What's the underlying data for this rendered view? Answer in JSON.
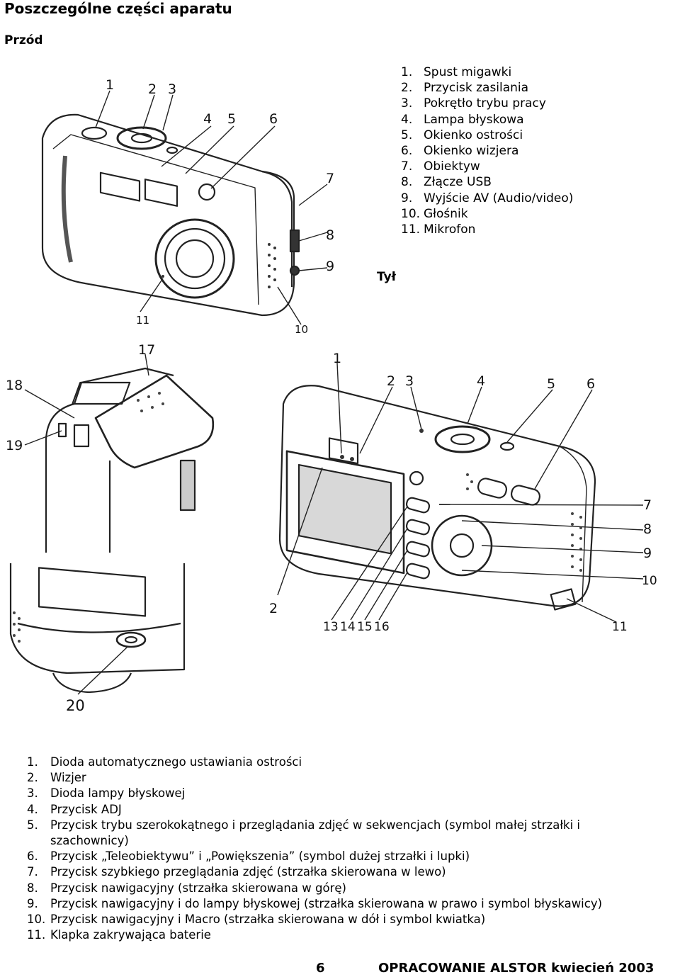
{
  "page": {
    "title": "Poszczególne części aparatu",
    "front_heading": "Przód",
    "back_heading": "Tył",
    "page_number": "6",
    "footer": "OPRACOWANIE ALSTOR kwiecień 2003"
  },
  "front_parts": [
    {
      "n": "1.",
      "label": "Spust migawki"
    },
    {
      "n": "2.",
      "label": "Przycisk zasilania"
    },
    {
      "n": "3.",
      "label": "Pokrętło trybu pracy"
    },
    {
      "n": "4.",
      "label": "Lampa błyskowa"
    },
    {
      "n": "5.",
      "label": "Okienko ostrości"
    },
    {
      "n": "6.",
      "label": "Okienko wizjera"
    },
    {
      "n": "7.",
      "label": "Obiektyw"
    },
    {
      "n": "8.",
      "label": "Złącze USB"
    },
    {
      "n": "9.",
      "label": "Wyjście AV (Audio/video)"
    },
    {
      "n": "10.",
      "label": "Głośnik"
    },
    {
      "n": "11.",
      "label": "Mikrofon"
    }
  ],
  "back_parts": [
    {
      "n": "1.",
      "label": "Dioda automatycznego ustawiania ostrości"
    },
    {
      "n": "2.",
      "label": "Wizjer"
    },
    {
      "n": "3.",
      "label": "Dioda lampy błyskowej"
    },
    {
      "n": "4.",
      "label": "Przycisk ADJ"
    },
    {
      "n": "5.",
      "label": "Przycisk trybu szerokokątnego i przeglądania zdjęć w sekwencjach (symbol małej strzałki i szachownicy)"
    },
    {
      "n": "6.",
      "label": "Przycisk „Teleobiektywu” i „Powiększenia” (symbol dużej strzałki i lupki)"
    },
    {
      "n": "7.",
      "label": "Przycisk szybkiego przeglądania zdjęć (strzałka skierowana w lewo)"
    },
    {
      "n": "8.",
      "label": "Przycisk nawigacyjny (strzałka skierowana w górę)"
    },
    {
      "n": "9.",
      "label": "Przycisk nawigacyjny i do lampy błyskowej (strzałka skierowana w prawo i symbol błyskawicy)"
    },
    {
      "n": "10.",
      "label": "Przycisk nawigacyjny i Macro (strzałka skierowana w dół i symbol kwiatka)"
    },
    {
      "n": "11.",
      "label": "Klapka zakrywająca baterie"
    }
  ],
  "figure_callouts": {
    "front": [
      "1",
      "2",
      "3",
      "4",
      "5",
      "6",
      "7",
      "8",
      "9",
      "10",
      "11"
    ],
    "battery": [
      "17",
      "18",
      "19"
    ],
    "back": [
      "1",
      "2",
      "3",
      "4",
      "5",
      "6",
      "7",
      "8",
      "9",
      "10",
      "11",
      "2",
      "13",
      "14",
      "15",
      "16"
    ],
    "bottom": [
      "20"
    ]
  }
}
